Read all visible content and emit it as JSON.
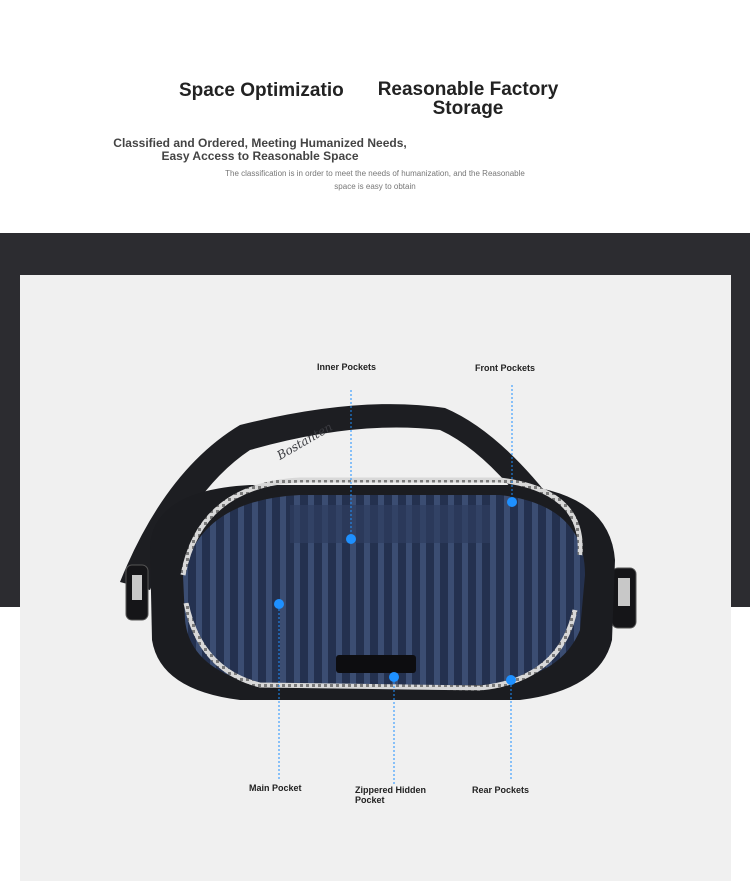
{
  "header": {
    "title_left": "Space Optimizatio",
    "title_right": "Reasonable Factory Storage",
    "subtitle_bold": "Classified and Ordered, Meeting Humanized Needs, Easy Access to Reasonable Space",
    "subtitle_small": "The classification is in order to meet the needs of humanization, and the Reasonable space is easy to obtain"
  },
  "callouts": {
    "inner_pockets": "Inner Pockets",
    "front_pockets": "Front Pockets",
    "main_pocket": "Main Pocket",
    "zippered_hidden_pocket": "Zippered Hidden Pocket",
    "rear_pockets": "Rear Pockets"
  },
  "colors": {
    "band": "#2c2c30",
    "panel": "#f0f0f0",
    "dot": "#1e90ff",
    "bag": "#1b1c20",
    "lining": "#2a3a5c"
  }
}
